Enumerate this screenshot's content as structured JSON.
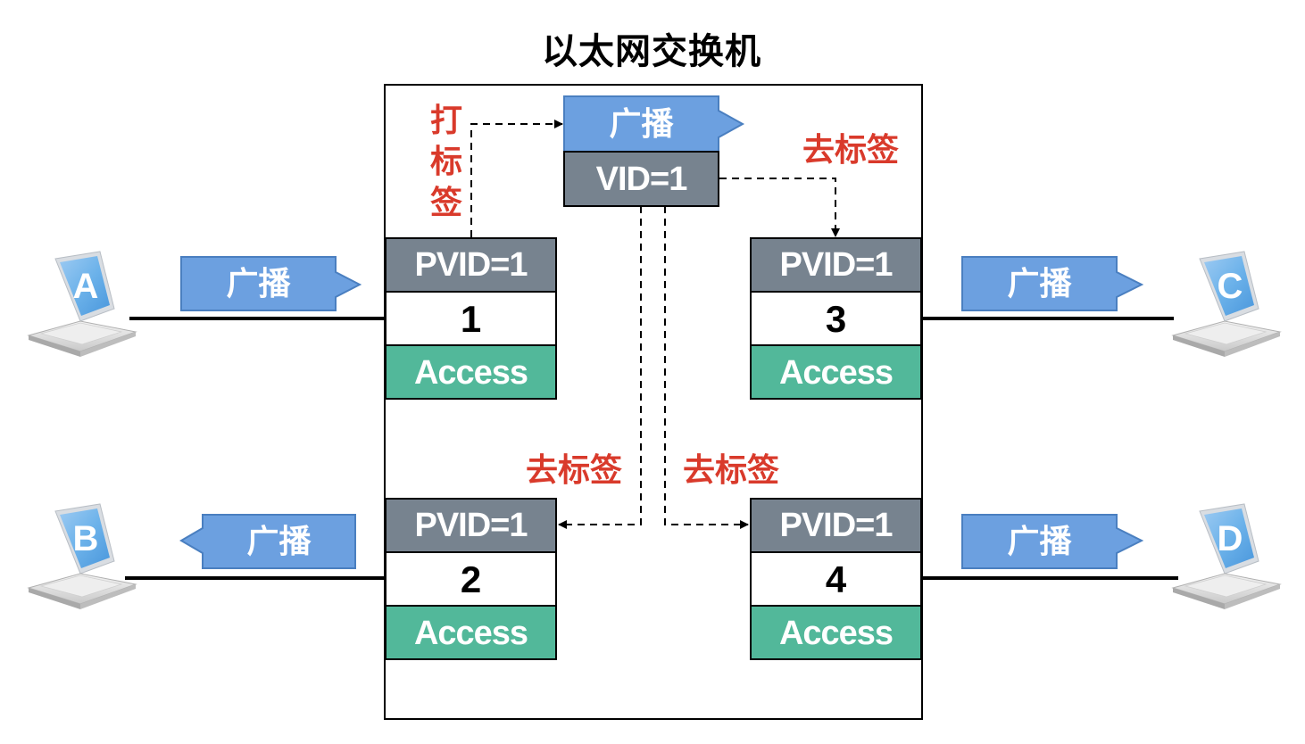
{
  "title": "以太网交换机",
  "colors": {
    "broadcast_fill": "#6ca0e0",
    "broadcast_stroke": "#4a7fc0",
    "pvid_fill": "#77838f",
    "access_fill": "#52b89a",
    "annotation_red": "#d93a2b",
    "border": "#000000"
  },
  "header_frame": {
    "broadcast_label": "广播",
    "vid_label": "VID=1"
  },
  "annotations": {
    "tag": [
      "打",
      "标",
      "签"
    ],
    "untag_port3": "去标签",
    "untag_port2": "去标签",
    "untag_port4": "去标签"
  },
  "ports": [
    {
      "id": "1",
      "pvid": "PVID=1",
      "number": "1",
      "mode": "Access"
    },
    {
      "id": "2",
      "pvid": "PVID=1",
      "number": "2",
      "mode": "Access"
    },
    {
      "id": "3",
      "pvid": "PVID=1",
      "number": "3",
      "mode": "Access"
    },
    {
      "id": "4",
      "pvid": "PVID=1",
      "number": "4",
      "mode": "Access"
    }
  ],
  "hosts": [
    {
      "name": "A",
      "port": "1",
      "frame_label": "广播",
      "frame_direction": "to-switch"
    },
    {
      "name": "B",
      "port": "2",
      "frame_label": "广播",
      "frame_direction": "to-host"
    },
    {
      "name": "C",
      "port": "3",
      "frame_label": "广播",
      "frame_direction": "to-host"
    },
    {
      "name": "D",
      "port": "4",
      "frame_label": "广播",
      "frame_direction": "to-host"
    }
  ]
}
